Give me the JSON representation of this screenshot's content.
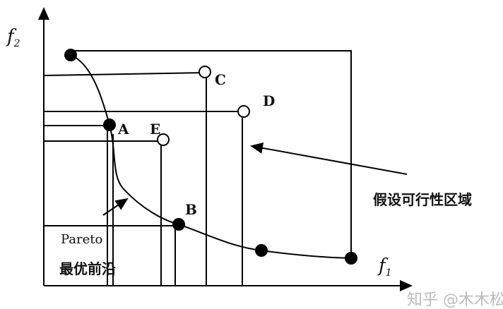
{
  "axes": {
    "y_label": "f",
    "y_sub": "2",
    "x_label": "f",
    "x_sub": "1"
  },
  "points": {
    "A": "A",
    "B": "B",
    "C": "C",
    "D": "D",
    "E": "E"
  },
  "feasible_label": "假设可行性区域",
  "pareto_label_1": "Pareto",
  "pareto_label_2": "最优前沿",
  "watermark": "知乎 @木木松"
}
